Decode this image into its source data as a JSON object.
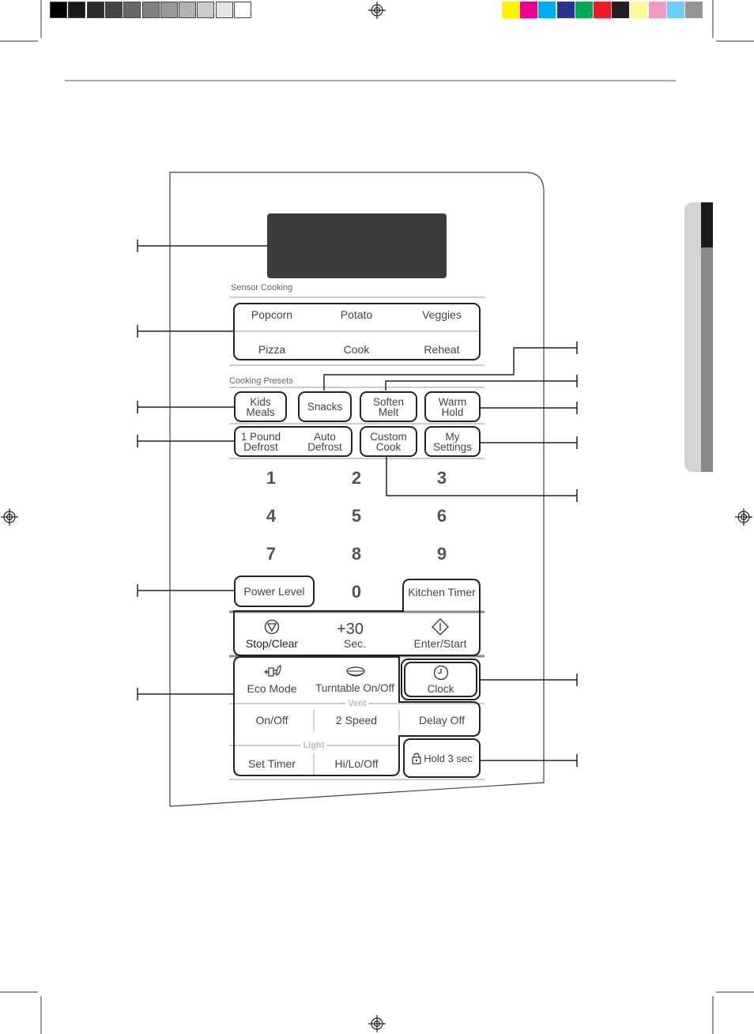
{
  "calibration": {
    "gray_bars": [
      "#000000",
      "#1a1a1a",
      "#2d2d2d",
      "#444444",
      "#666666",
      "#7f7f7f",
      "#999999",
      "#b3b3b3",
      "#cccccc",
      "#e6e6e6",
      "#ffffff"
    ],
    "color_bars": [
      "#fff200",
      "#ec008c",
      "#00aeef",
      "#2e3192",
      "#00a651",
      "#ed1c24",
      "#231f20",
      "#fff799",
      "#f49ac1",
      "#6dcff6",
      "#939598"
    ]
  },
  "panel": {
    "sensor_cooking": {
      "title": "Sensor Cooking",
      "top_row": [
        "Popcorn",
        "Potato",
        "Veggies"
      ],
      "bottom_row": [
        "Pizza",
        "Cook",
        "Reheat"
      ]
    },
    "cooking_presets": {
      "title": "Cooking Presets",
      "kids_meals": [
        "Kids",
        "Meals"
      ],
      "snacks": "Snacks",
      "soften_melt": [
        "Soften",
        "Melt"
      ],
      "warm_hold": [
        "Warm",
        "Hold"
      ],
      "pound_defrost": [
        "1 Pound",
        "Defrost"
      ],
      "auto_defrost": [
        "Auto",
        "Defrost"
      ],
      "custom_cook": [
        "Custom",
        "Cook"
      ],
      "my_settings": [
        "My",
        "Settings"
      ]
    },
    "keypad": [
      "1",
      "2",
      "3",
      "4",
      "5",
      "6",
      "7",
      "8",
      "9",
      "0"
    ],
    "power_level": "Power Level",
    "kitchen_timer": "Kitchen Timer",
    "stop_clear": "Stop/Clear",
    "plus30": "+30",
    "sec": "Sec.",
    "enter_start": "Enter/Start",
    "eco_mode": "Eco Mode",
    "turntable": "Turntable On/Off",
    "clock": "Clock",
    "vent": {
      "title": "Vent",
      "on_off": "On/Off",
      "two_speed": "2 Speed",
      "delay_off": "Delay Off"
    },
    "light": {
      "title": "Light",
      "set_timer": "Set Timer",
      "hi_lo_off": "Hi/Lo/Off"
    },
    "hold": "Hold 3 sec"
  }
}
